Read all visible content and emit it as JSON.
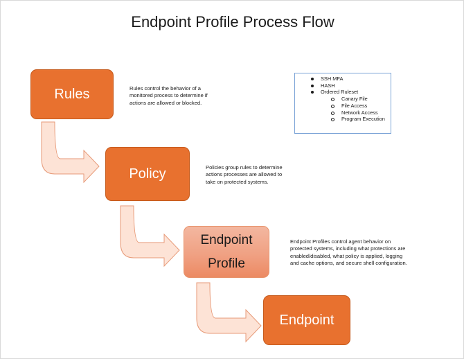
{
  "title": "Endpoint Profile Process Flow",
  "colors": {
    "box_fill": "#e8712f",
    "box_border": "#c55a1c",
    "highlight_fill": "#f0a183",
    "arrow_fill": "#fde3d6",
    "arrow_stroke": "#e79a78",
    "legend_border": "#7aa3d6"
  },
  "steps": [
    {
      "label": "Rules",
      "description": "Rules control the behavior of a monitored process to determine if actions are allowed or blocked."
    },
    {
      "label": "Policy",
      "description": "Policies group rules to determine actions processes are allowed to take on protected systems."
    },
    {
      "label_line1": "Endpoint",
      "label_line2": "Profile",
      "description": "Endpoint Profiles control agent behavior on protected systems, including what protections are enabled/disabled, what policy is applied, logging and cache options, and secure shell configuration."
    },
    {
      "label": "Endpoint"
    }
  ],
  "legend": {
    "items": [
      "SSH MFA",
      "HASH",
      "Ordered Ruleset"
    ],
    "subitems": [
      "Canary File",
      "File Access",
      "Network Access",
      "Program Execution"
    ]
  }
}
